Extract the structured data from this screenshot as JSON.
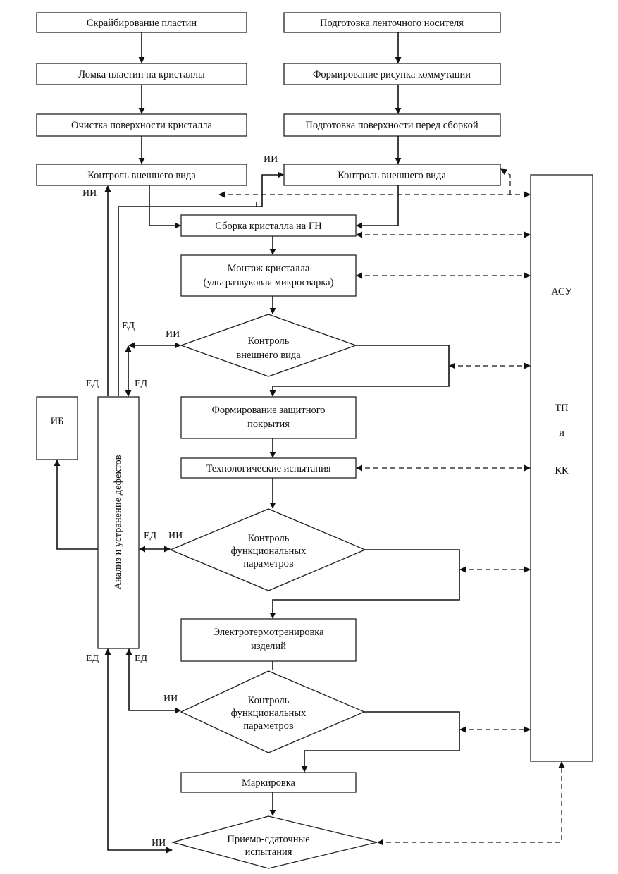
{
  "left_column": {
    "scribing": "Скрайбирование пластин",
    "breaking": "Ломка пластин на кристаллы",
    "cleaning": "Очистка поверхности кристалла",
    "inspection": "Контроль внешнего вида"
  },
  "right_column": {
    "tape_prep": "Подготовка ленточного носителя",
    "pattern": "Формирование рисунка коммутации",
    "surface_prep": "Подготовка поверхности перед сборкой",
    "inspection": "Контроль внешнего вида"
  },
  "main_flow": {
    "assembly": "Сборка кристалла на ГН",
    "mounting_line1": "Монтаж кристалла",
    "mounting_line2": "(ультразвуковая микросварка)",
    "visual_check_line1": "Контроль",
    "visual_check_line2": "внешнего вида",
    "coating_line1": "Формирование защитного",
    "coating_line2": "покрытия",
    "tech_tests": "Технологические испытания",
    "func_check1_line1": "Контроль",
    "func_check1_line2": "функциональных",
    "func_check1_line3": "параметров",
    "burn_in_line1": "Электротермотренировка",
    "burn_in_line2": "изделий",
    "func_check2_line1": "Контроль",
    "func_check2_line2": "функциональных",
    "func_check2_line3": "параметров",
    "marking": "Маркировка",
    "acceptance_line1": "Приемо-сдаточные",
    "acceptance_line2": "испытания"
  },
  "side_blocks": {
    "ib": "ИБ",
    "defect_analysis": "Анализ и устранение дефектов",
    "asu": "АСУ",
    "tp": "ТП",
    "and": "и",
    "kk": "КК"
  },
  "labels": {
    "ii": "ИИ",
    "ed": "ЕД"
  }
}
